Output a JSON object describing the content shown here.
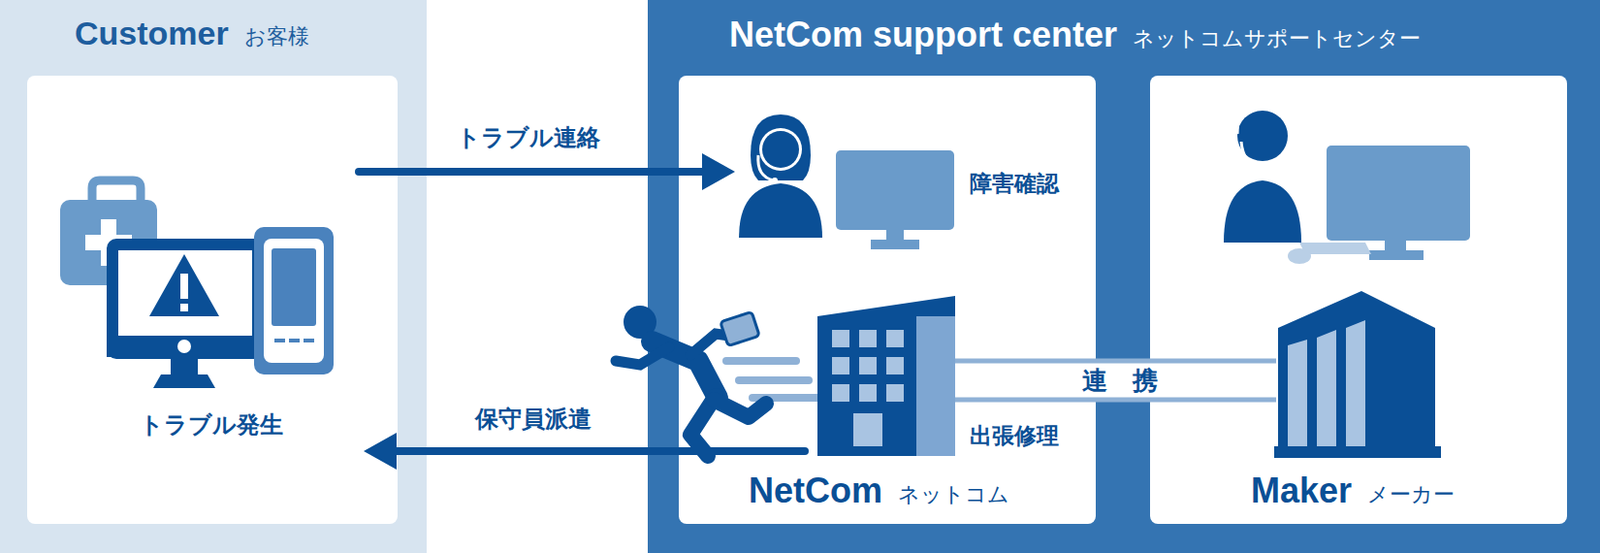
{
  "diagram": {
    "nodes": [
      {
        "text": [
          "Customer",
          "お客様"
        ]
      },
      {
        "text": [
          "トラブル発生"
        ],
        "in": 0
      },
      {
        "text": [
          "NetCom support center",
          "ネットコムサポートセンター"
        ]
      },
      {
        "text": [
          "障害確認",
          "出張修理",
          "NetCom",
          "ネットコム"
        ],
        "in": 2
      },
      {
        "text": [
          "Maker",
          "メーカー"
        ],
        "in": 2
      }
    ],
    "edges": [
      {
        "from": 1,
        "to": 3,
        "label": "トラブル連絡",
        "arrow": "to"
      },
      {
        "from": 3,
        "to": 1,
        "label": "保守員派遣",
        "arrow": "to"
      },
      {
        "from": 3,
        "to": 4,
        "label": "連　携",
        "arrow": "none"
      }
    ]
  }
}
